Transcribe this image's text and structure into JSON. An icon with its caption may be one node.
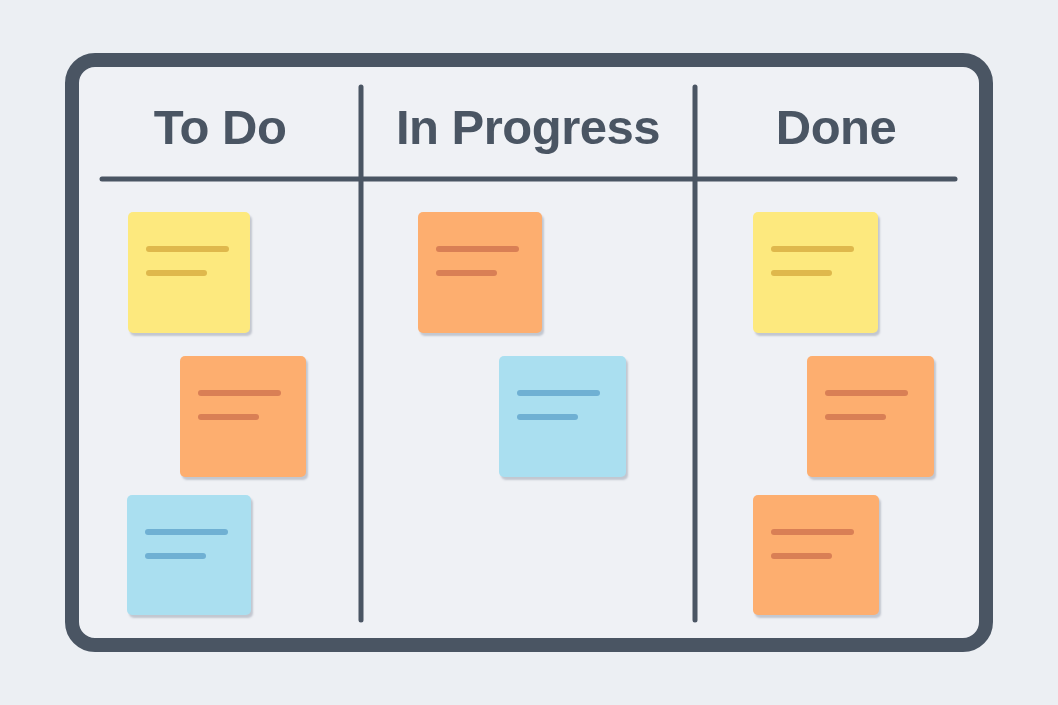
{
  "diagram": {
    "nodes": [
      {
        "text": [],
        "shape": "box"
      },
      {
        "text": [
          "To Do"
        ],
        "in": 0
      },
      {
        "text": [],
        "shape": "note",
        "in": 1
      },
      {
        "text": [],
        "shape": "note",
        "in": 1
      },
      {
        "text": [],
        "shape": "note",
        "in": 1
      },
      {
        "text": [
          "In Progress"
        ],
        "in": 0
      },
      {
        "text": [],
        "shape": "note",
        "in": 5
      },
      {
        "text": [],
        "shape": "note",
        "in": 5
      },
      {
        "text": [
          "Done"
        ],
        "in": 0
      },
      {
        "text": [],
        "shape": "note",
        "in": 8
      },
      {
        "text": [],
        "shape": "note",
        "in": 8
      },
      {
        "text": [],
        "shape": "note",
        "in": 8
      }
    ]
  }
}
